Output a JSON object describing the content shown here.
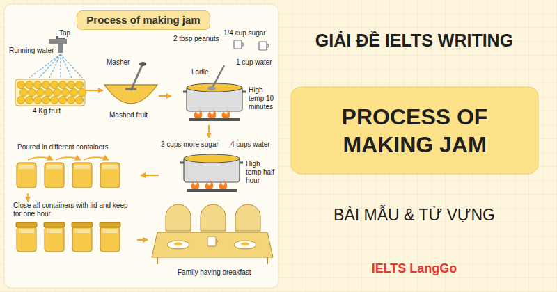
{
  "diagram": {
    "title": "Process of making jam",
    "nodes": [
      {
        "text": [
          "Tap",
          "Running water",
          "4 Kg fruit"
        ]
      },
      {
        "text": [
          "Masher",
          "Mashed fruit"
        ]
      },
      {
        "text": [
          "2 tbsp peanuts",
          "1/4 cup sugar",
          "1 cup water",
          "Ladle",
          "High temp 10 minutes"
        ]
      },
      {
        "text": [
          "2 cups more sugar",
          "4 cups water",
          "High temp half hour"
        ]
      },
      {
        "text": [
          "Poured in different containers"
        ]
      },
      {
        "text": [
          "Close all containers with lid and keep for one hour"
        ]
      },
      {
        "text": [
          "Family having breakfast"
        ]
      },
      {
        "text": [
          "PROCESS OF MAKING JAM"
        ]
      }
    ],
    "edges": [
      {
        "from": 0,
        "to": 1,
        "arrow": "to"
      },
      {
        "from": 1,
        "to": 2,
        "arrow": "to"
      },
      {
        "from": 2,
        "to": 3,
        "arrow": "to"
      },
      {
        "from": 3,
        "to": 4,
        "arrow": "to"
      },
      {
        "from": 4,
        "to": 5,
        "arrow": "to"
      },
      {
        "from": 5,
        "to": 6,
        "arrow": "to"
      }
    ],
    "labels": [
      "GIẢI ĐỀ IELTS WRITING",
      "BÀI MẪU & TỪ VỰNG",
      "IELTS LangGo"
    ]
  }
}
